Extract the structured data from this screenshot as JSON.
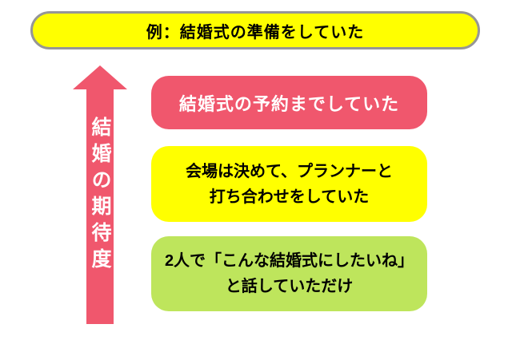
{
  "title_banner": {
    "label": "例：結婚式の準備をしていた",
    "bg_color": "#FFFF00",
    "border_color": "#969696",
    "text_color": "#000000"
  },
  "axis_arrow": {
    "label": "結婚の期待度",
    "color": "#F0576D",
    "text_color": "#FFFFFF",
    "direction": "up"
  },
  "levels": [
    {
      "rank": "high",
      "lines": [
        "結婚式の予約までしていた"
      ],
      "bg_color": "#F0576D",
      "text_color": "#FFFFFF"
    },
    {
      "rank": "middle",
      "lines": [
        "会場は決めて、プランナーと",
        "打ち合わせをしていた"
      ],
      "bg_color": "#FFFF00",
      "text_color": "#000000"
    },
    {
      "rank": "low",
      "lines": [
        "2人で「こんな結婚式にしたいね」",
        "と話していただけ"
      ],
      "bg_color": "#BEE55C",
      "text_color": "#000000"
    }
  ]
}
